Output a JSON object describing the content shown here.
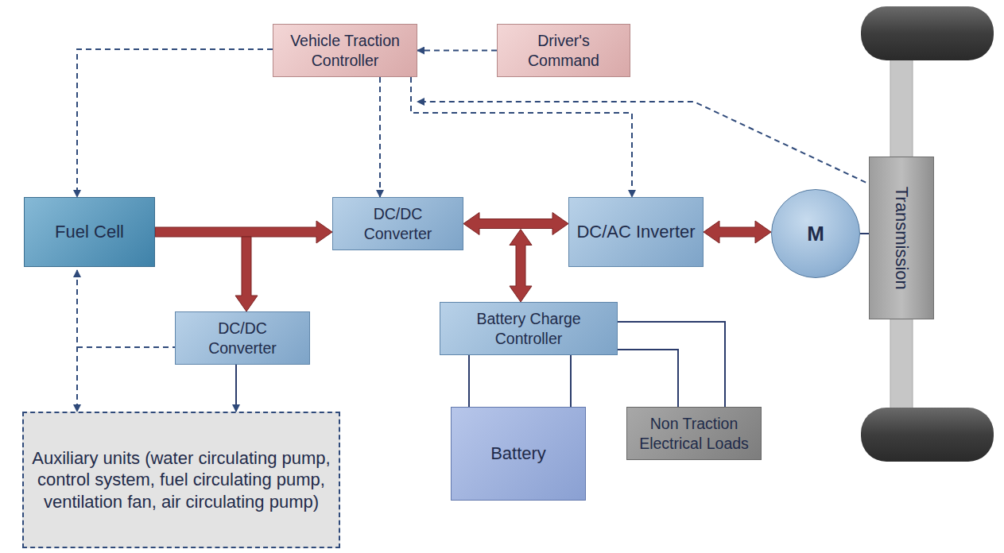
{
  "diagram": {
    "nodes": [
      {
        "text": [
          "Vehicle Traction Controller"
        ]
      },
      {
        "text": [
          "Driver's Command"
        ]
      },
      {
        "text": [
          "Fuel Cell"
        ]
      },
      {
        "text": [
          "DC/DC Converter"
        ]
      },
      {
        "text": [
          "DC/AC Inverter"
        ]
      },
      {
        "text": [
          "M"
        ]
      },
      {
        "text": [
          "Transmission"
        ]
      },
      {
        "text": [
          "DC/DC Converter"
        ]
      },
      {
        "text": [
          "Battery Charge Controller"
        ]
      },
      {
        "text": [
          "Auxiliary units (water circulating pump, control system, fuel circulating pump, ventilation fan, air circulating pump)"
        ]
      },
      {
        "text": [
          "Battery"
        ]
      },
      {
        "text": [
          "Non Traction Electrical Loads"
        ]
      }
    ],
    "edges": [
      {
        "from": 1,
        "to": 0,
        "arrow": "to"
      },
      {
        "from": 0,
        "to": 2,
        "arrow": "to"
      },
      {
        "from": 0,
        "to": 3,
        "arrow": "to"
      },
      {
        "from": 0,
        "to": 4,
        "arrow": "to"
      },
      {
        "from": 6,
        "to": 0,
        "arrow": "to"
      },
      {
        "from": 2,
        "to": 9,
        "arrow": "both"
      },
      {
        "from": 2,
        "to": 3,
        "arrow": "to"
      },
      {
        "from": 2,
        "to": 7,
        "arrow": "to"
      },
      {
        "from": 3,
        "to": 4,
        "arrow": "both"
      },
      {
        "from": 4,
        "to": 5,
        "arrow": "both"
      },
      {
        "from": 3,
        "to": 8,
        "arrow": "both"
      },
      {
        "from": 7,
        "to": 9,
        "arrow": "to"
      },
      {
        "from": 8,
        "to": 10,
        "arrow": "none"
      },
      {
        "from": 8,
        "to": 10,
        "arrow": "none"
      },
      {
        "from": 8,
        "to": 11,
        "arrow": "none"
      },
      {
        "from": 8,
        "to": 11,
        "arrow": "none"
      },
      {
        "from": 5,
        "to": 6,
        "arrow": "none"
      }
    ]
  }
}
